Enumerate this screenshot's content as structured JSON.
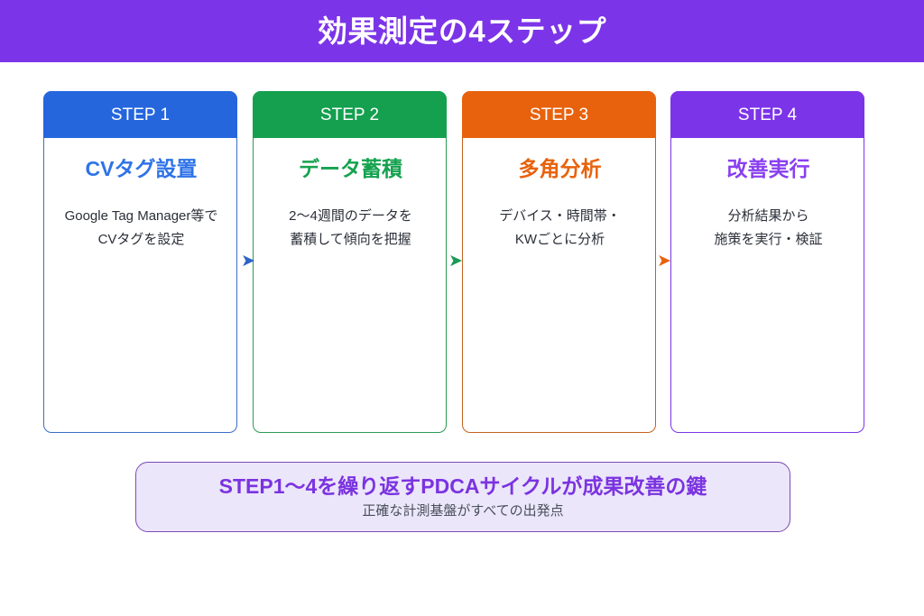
{
  "header": {
    "title": "効果測定の4ステップ",
    "background_color": "#7c34e8",
    "text_color": "#ffffff"
  },
  "steps": [
    {
      "badge": "STEP 1",
      "title": "CVタグ設置",
      "description": "Google Tag Manager等で\nCVタグを設定",
      "color": "#2566dd",
      "title_color": "#2e73e8"
    },
    {
      "badge": "STEP 2",
      "title": "データ蓄積",
      "description": "2〜4週間のデータを\n蓄積して傾向を把握",
      "color": "#14a04f",
      "title_color": "#15a24f"
    },
    {
      "badge": "STEP 3",
      "title": "多角分析",
      "description": "デバイス・時間帯・\nKWごとに分析",
      "color": "#e8620d",
      "title_color": "#e8620d"
    },
    {
      "badge": "STEP 4",
      "title": "改善実行",
      "description": "分析結果から\n施策を実行・検証",
      "color": "#7c34e8",
      "title_color": "#8a3ff0"
    }
  ],
  "arrows": [
    {
      "glyph": "➤",
      "color": "#2e63c8"
    },
    {
      "glyph": "➤",
      "color": "#1c9a52"
    },
    {
      "glyph": "➤",
      "color": "#e8620d"
    }
  ],
  "summary": {
    "main": "STEP1〜4を繰り返すPDCAサイクルが成果改善の鍵",
    "sub": "正確な計測基盤がすべての出発点",
    "background_color": "#ebe6fa",
    "border_color": "#7c4ab5",
    "main_color": "#7b33e0"
  }
}
